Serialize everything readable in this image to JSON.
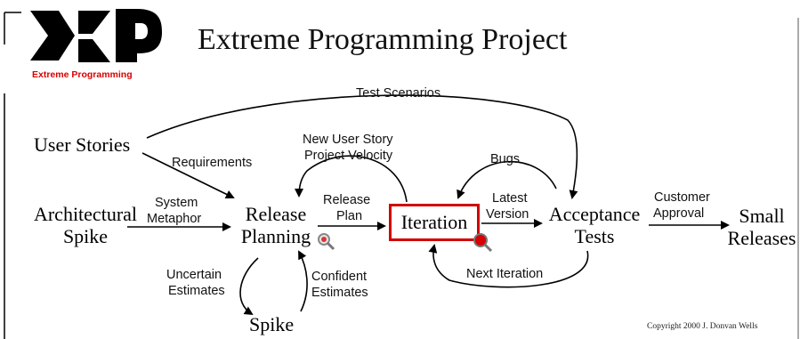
{
  "title": "Extreme Programming Project",
  "logo": {
    "brand_text": "Extreme Programming"
  },
  "nodes": {
    "user_stories": "User Stories",
    "architectural_spike_line1": "Architectural",
    "architectural_spike_line2": "Spike",
    "release_planning_line1": "Release",
    "release_planning_line2": "Planning",
    "iteration": "Iteration",
    "acceptance_tests_line1": "Acceptance",
    "acceptance_tests_line2": "Tests",
    "small_releases_line1": "Small",
    "small_releases_line2": "Releases",
    "spike": "Spike"
  },
  "edge_labels": {
    "test_scenarios": "Test Scenarios",
    "requirements": "Requirements",
    "new_user_story": "New User Story",
    "project_velocity": "Project Velocity",
    "bugs": "Bugs",
    "system": "System",
    "metaphor": "Metaphor",
    "release": "Release",
    "plan": "Plan",
    "latest": "Latest",
    "version": "Version",
    "customer": "Customer",
    "approval": "Approval",
    "uncertain": "Uncertain",
    "estimates_uncertain": "Estimates",
    "confident": "Confident",
    "estimates_confident": "Estimates",
    "next_iteration": "Next Iteration"
  },
  "copyright": "Copyright 2000 J. Donvan Wells",
  "colors": {
    "accent": "#d10000",
    "arrow": "#000000",
    "text": "#111111"
  }
}
